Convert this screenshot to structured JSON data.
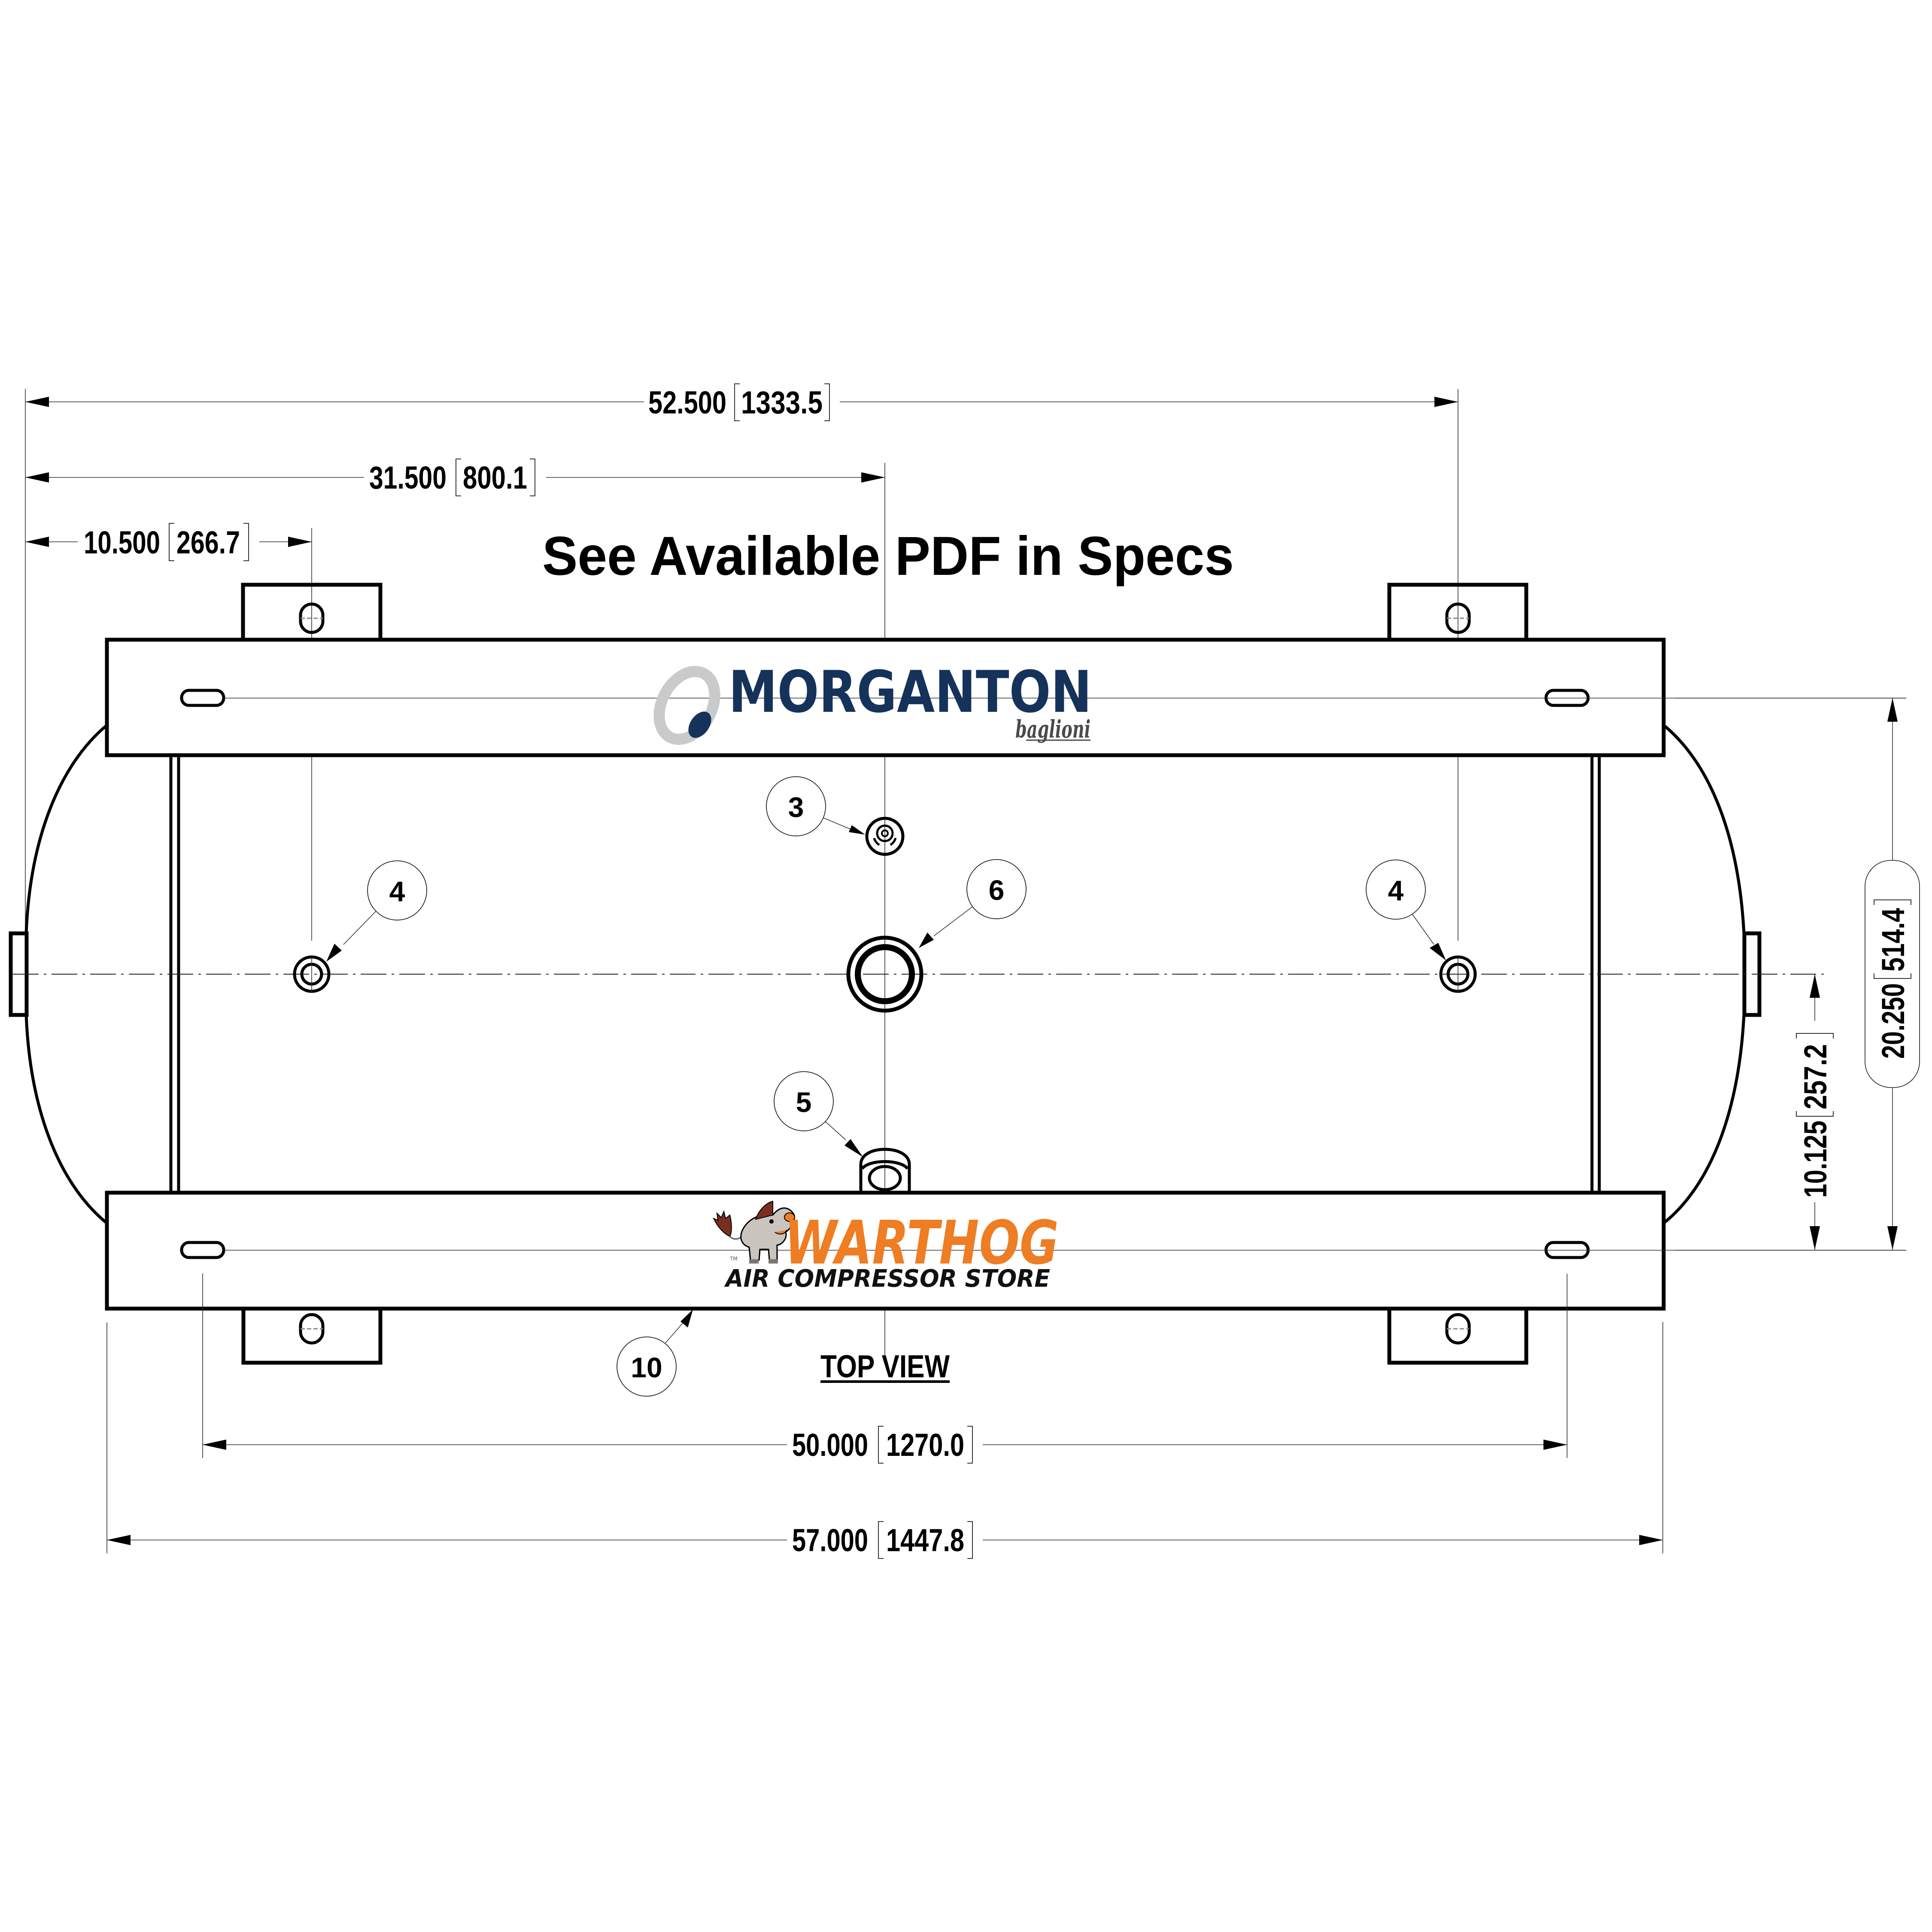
{
  "drawing": {
    "title": "See Available PDF in Specs",
    "view_label": "TOP VIEW",
    "colors": {
      "line": "#000000",
      "morganton_navy": "#15325a",
      "morganton_gray": "#c9cacb",
      "baglioni_gray": "#4a4a4a",
      "warthog_orange": "#ee7d23",
      "hog_gray": "#c9c4be",
      "hog_mane": "#7a2e1f"
    }
  },
  "dimensions": {
    "overall_top": {
      "inch": "52.500",
      "mm": "1333.5"
    },
    "center_offset": {
      "inch": "31.500",
      "mm": "800.1"
    },
    "left_fitting": {
      "inch": "10.500",
      "mm": "266.7"
    },
    "slot_spacing": {
      "inch": "50.000",
      "mm": "1270.0"
    },
    "rail_length": {
      "inch": "57.000",
      "mm": "1447.8"
    },
    "half_height": {
      "inch": "10.125",
      "mm": "257.2"
    },
    "slot_height": {
      "inch": "20.250",
      "mm": "514.4"
    }
  },
  "balloons": {
    "b3": "3",
    "b4_left": "4",
    "b4_right": "4",
    "b5": "5",
    "b6": "6",
    "b10": "10"
  },
  "logos": {
    "morganton": {
      "name": "MORGANTON",
      "sub": "baglioni"
    },
    "warthog": {
      "name": "WARTHOG",
      "tagline": "AIR COMPRESSOR STORE",
      "tm": "TM"
    }
  }
}
